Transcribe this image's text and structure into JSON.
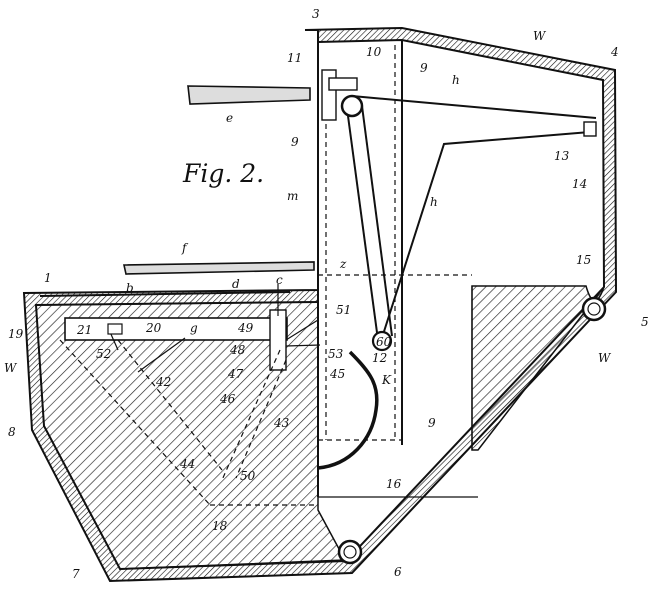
{
  "figure": {
    "title": "Fig. 2.",
    "labels": {
      "n3": "3",
      "W_top": "W",
      "n4": "4",
      "n10": "10",
      "n11": "11",
      "n9a": "9",
      "n9b": "9",
      "h_top": "h",
      "e": "e",
      "n13": "13",
      "n14": "14",
      "m": "m",
      "h_mid": "h",
      "f": "f",
      "n1": "1",
      "n15": "15",
      "d": "d",
      "c": "c",
      "z": "z",
      "b": "b",
      "n19": "19",
      "n21": "21",
      "n20": "20",
      "g": "g",
      "n49": "49",
      "n51": "51",
      "n60": "60",
      "n5": "5",
      "n52": "52",
      "n48": "48",
      "n53": "53",
      "n12": "12",
      "n42": "42",
      "W_left": "W",
      "W_right": "W",
      "n47": "47",
      "n45": "45",
      "K": "K",
      "n46": "46",
      "n43": "43",
      "n9c": "9",
      "n8": "8",
      "n44": "44",
      "n50": "50",
      "n16": "16",
      "n18": "18",
      "n7": "7",
      "n6": "6"
    }
  }
}
